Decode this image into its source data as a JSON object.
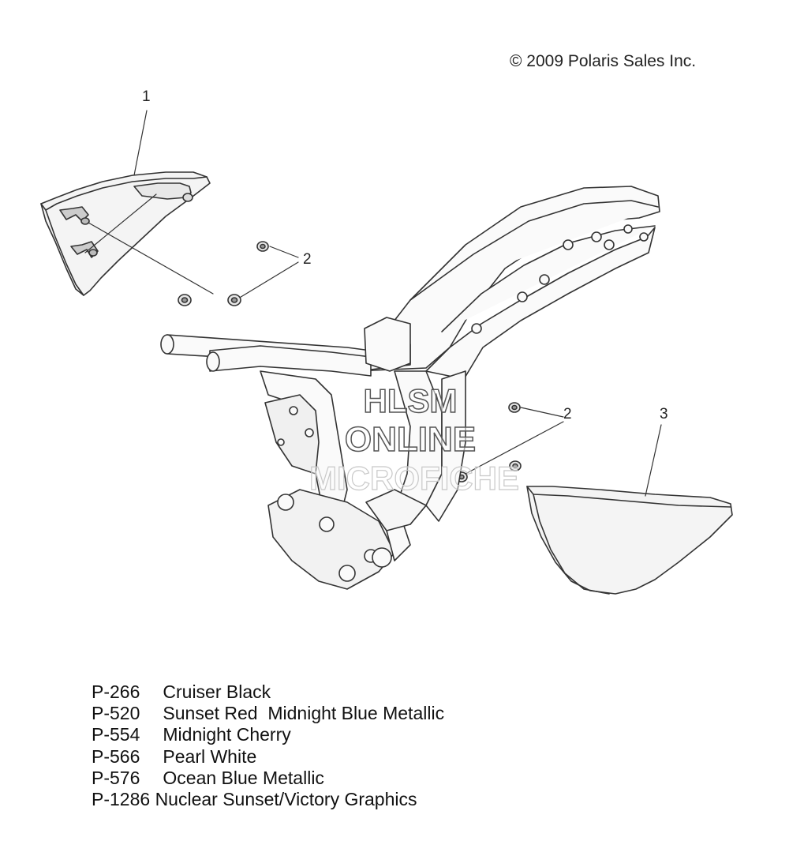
{
  "copyright": "© 2009 Polaris Sales Inc.",
  "callouts": {
    "part_1": "1",
    "part_2_upper": "2",
    "part_2_lower": "2",
    "part_3": "3"
  },
  "watermark": {
    "line1": "HLSM",
    "line2": "ONLINE",
    "line3": "MICROFICHE"
  },
  "paint_codes": [
    {
      "code": "P-266",
      "name": "Cruiser Black"
    },
    {
      "code": "P-520",
      "name": "Sunset Red  Midnight Blue Metallic"
    },
    {
      "code": "P-554",
      "name": "Midnight Cherry"
    },
    {
      "code": "P-566",
      "name": "Pearl White"
    },
    {
      "code": "P-576",
      "name": "Ocean Blue Metallic"
    },
    {
      "code": "P-1286",
      "name": "Nuclear Sunset/Victory Graphics"
    }
  ]
}
